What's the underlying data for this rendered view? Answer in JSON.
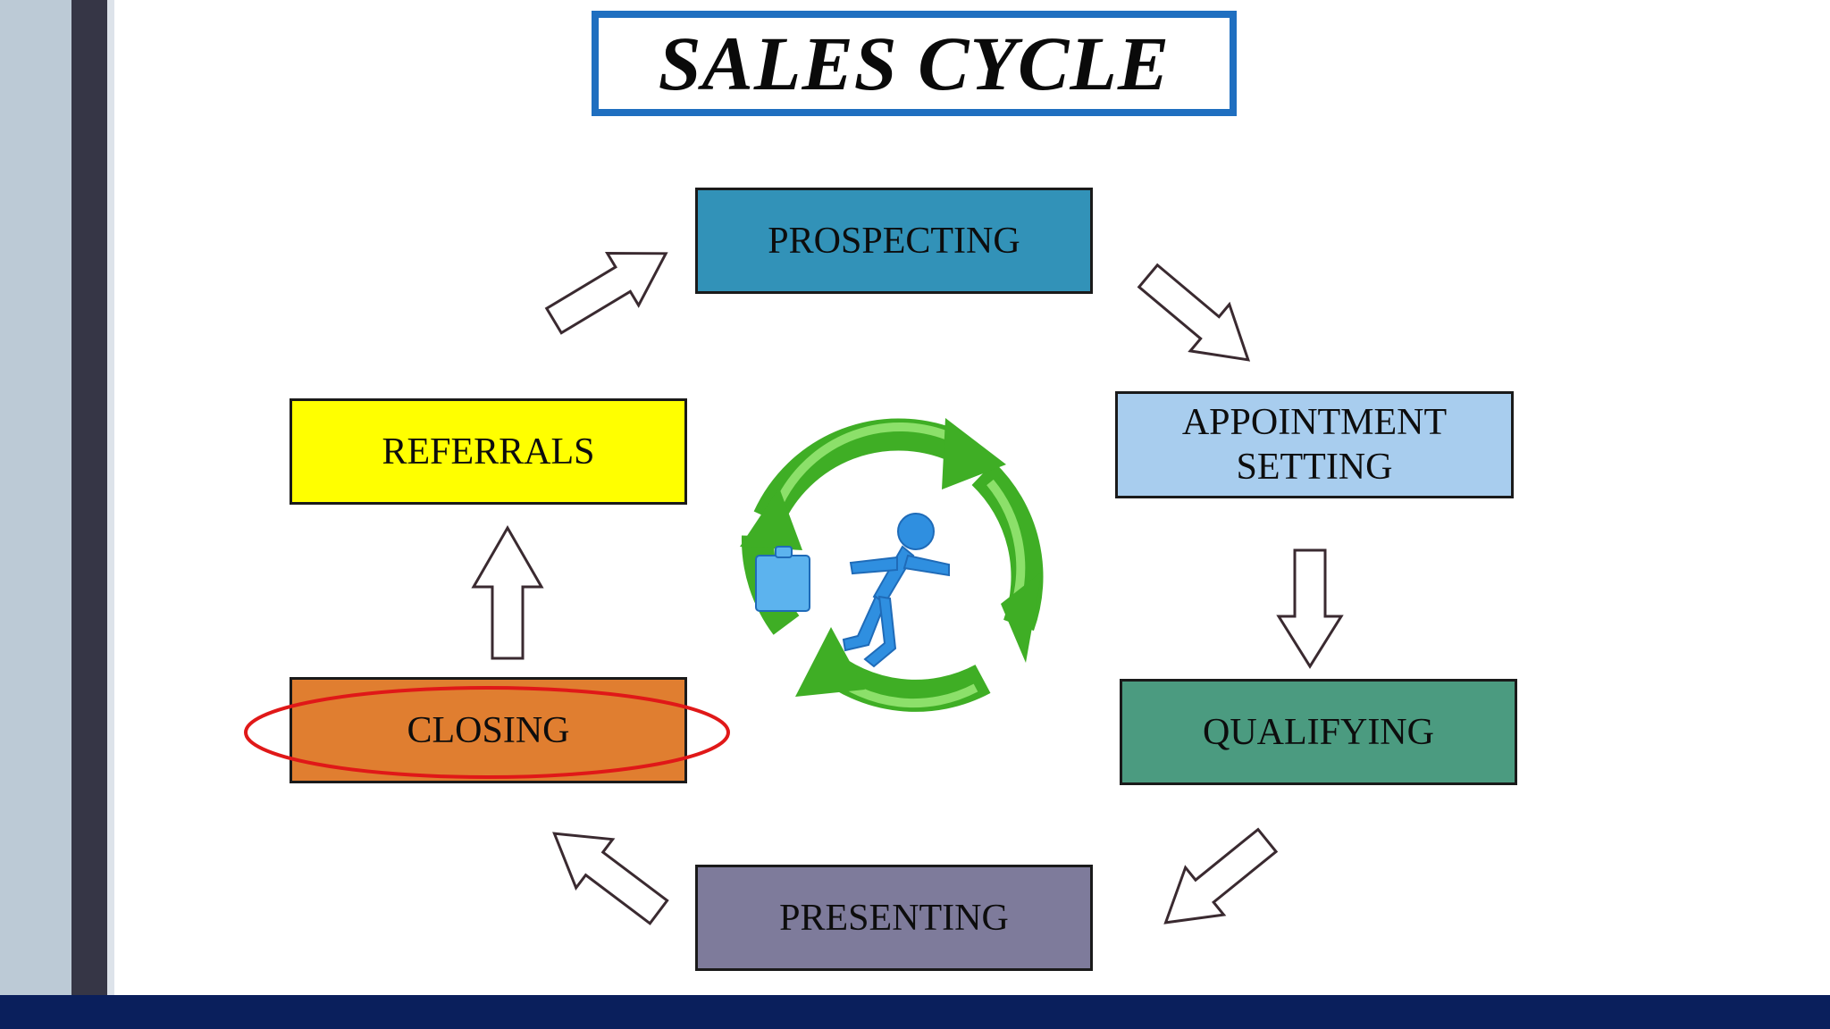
{
  "title": "SALES CYCLE",
  "stages": {
    "prospecting": "PROSPECTING",
    "appointment_line1": "APPOINTMENT",
    "appointment_line2": "SETTING",
    "qualifying": "QUALIFYING",
    "presenting": "PRESENTING",
    "closing": "CLOSING",
    "referrals": "REFERRALS"
  },
  "highlighted_stage": "closing",
  "colors": {
    "title_border": "#1f6fc0",
    "prospecting": "#3292b8",
    "appointment": "#a8cdee",
    "qualifying": "#4b9b80",
    "presenting": "#7e7b9b",
    "closing": "#e07e30",
    "referrals": "#ffff00",
    "highlight_ellipse": "#e01818",
    "cycle_arrows": "#4cbb2a",
    "figure": "#2f8fe0"
  },
  "icons": {
    "center_graphic": "running-businessman-recycle-icon"
  }
}
